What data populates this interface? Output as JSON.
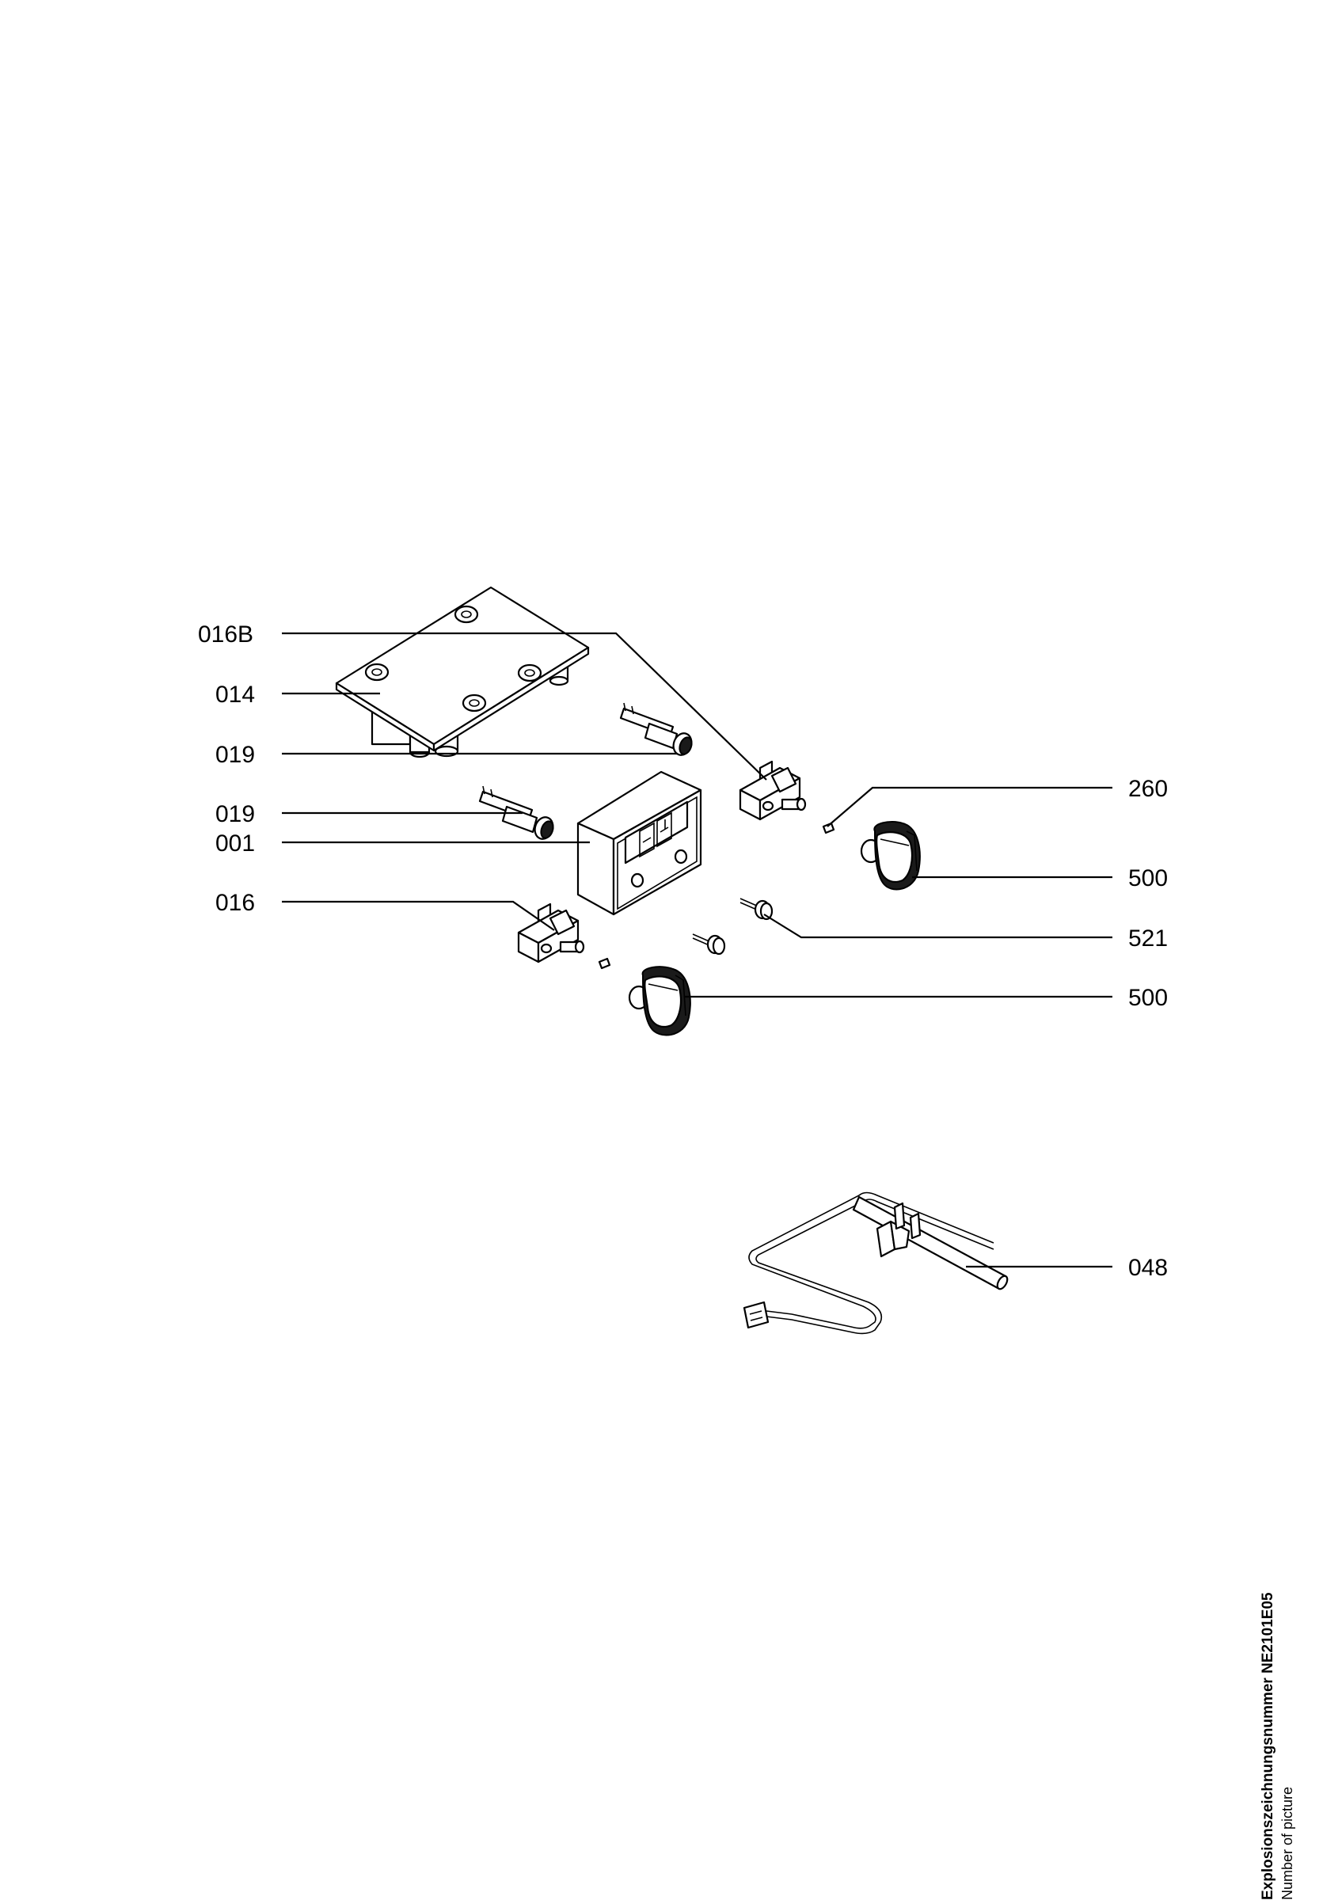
{
  "labels": {
    "l016B": "016B",
    "l014": "014",
    "l019a": "019",
    "l019b": "019",
    "l001": "001",
    "l016": "016",
    "l260": "260",
    "l500a": "500",
    "l521": "521",
    "l500b": "500",
    "l048": "048"
  },
  "footer": {
    "drawing_number": "Explosionszeichnungsnummer NE2101E05",
    "caption": "Number of picture"
  }
}
